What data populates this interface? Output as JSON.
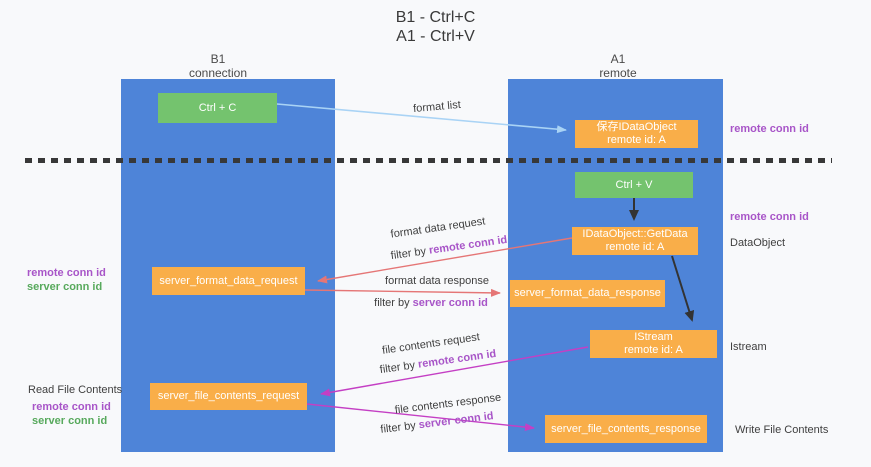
{
  "title": {
    "line1": "B1 - Ctrl+C",
    "line2": "A1 - Ctrl+V"
  },
  "columns": {
    "left": {
      "name": "B1",
      "role": "connection"
    },
    "right": {
      "name": "A1",
      "role": "remote"
    }
  },
  "nodes": {
    "ctrl_c": {
      "label": "Ctrl + C"
    },
    "ctrl_v": {
      "label": "Ctrl + V"
    },
    "save_idataobject": {
      "line1": "保存IDataObject",
      "line2": "remote id: A"
    },
    "getdata": {
      "line1": "IDataObject::GetData",
      "line2": "remote id: A"
    },
    "istream_box": {
      "line1": "IStream",
      "line2": "remote id: A"
    },
    "server_format_data_request": {
      "label": "server_format_data_request"
    },
    "server_format_data_response": {
      "label": "server_format_data_response"
    },
    "server_file_contents_request": {
      "label": "server_file_contents_request"
    },
    "server_file_contents_response": {
      "label": "server_file_contents_response"
    }
  },
  "edge_labels": {
    "format_list": "format list",
    "format_data_request": "format data request",
    "format_data_response": "format data response",
    "file_contents_request": "file contents request",
    "file_contents_response": "file contents response",
    "filter_by": "filter by",
    "remote_conn_id": "remote conn id",
    "server_conn_id": "server conn id"
  },
  "side_labels": {
    "remote_conn_id": "remote conn id",
    "server_conn_id": "server conn id",
    "dataobject": "DataObject",
    "istream": "Istream",
    "read_file_contents": "Read File Contents",
    "write_file_contents": "Write File Contents"
  },
  "colors": {
    "column_blue": "#4e84d8",
    "box_green": "#74c36e",
    "box_orange": "#f9ae49",
    "arrow_light_blue": "#a9d3f5",
    "arrow_red": "#e57676",
    "arrow_magenta": "#c43fc4",
    "arrow_black": "#333333",
    "conn_id_purple": "#a855c8",
    "conn_id_green": "#57a95c"
  }
}
